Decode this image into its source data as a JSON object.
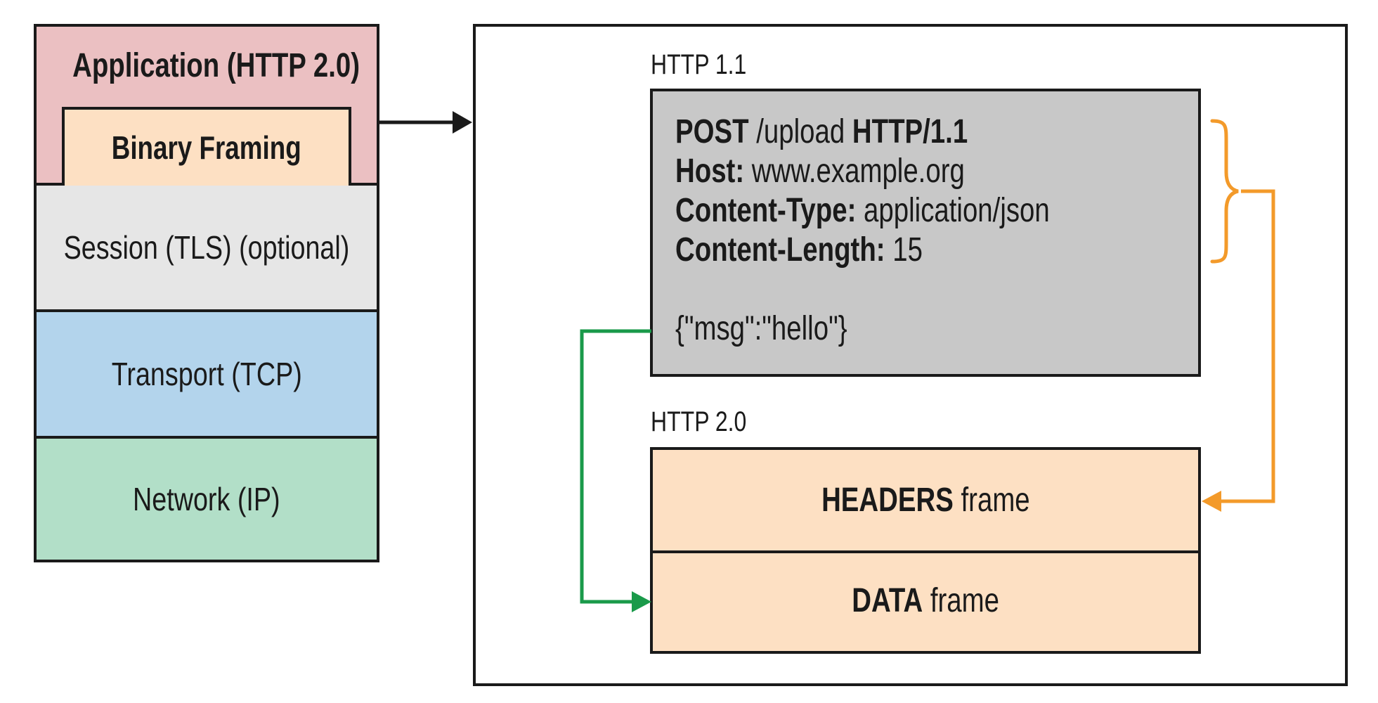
{
  "stack": {
    "application": "Application (HTTP 2.0)",
    "framing": "Binary Framing",
    "session": "Session (TLS) (optional)",
    "transport": "Transport (TCP)",
    "network": "Network (IP)"
  },
  "http11": {
    "label": "HTTP 1.1",
    "request": {
      "method": "POST",
      "path": " /upload ",
      "version": "HTTP/1.1",
      "host_key": "Host:",
      "host_value": " www.example.org",
      "ctype_key": "Content-Type:",
      "ctype_value": " application/json",
      "clen_key": "Content-Length:",
      "clen_value": " 15",
      "body": "{\"msg\":\"hello\"}"
    }
  },
  "http20": {
    "label": "HTTP 2.0",
    "headers_bold": "HEADERS",
    "headers_rest": " frame",
    "data_bold": "DATA",
    "data_rest": " frame"
  },
  "colors": {
    "application": "#ebc0c2",
    "framing": "#fde0c3",
    "session": "#e6e6e6",
    "transport": "#b3d4ec",
    "network": "#b2dfc8",
    "request": "#c8c8c8",
    "headers_arrow": "#f39a2a",
    "data_arrow": "#1a9a4a"
  }
}
